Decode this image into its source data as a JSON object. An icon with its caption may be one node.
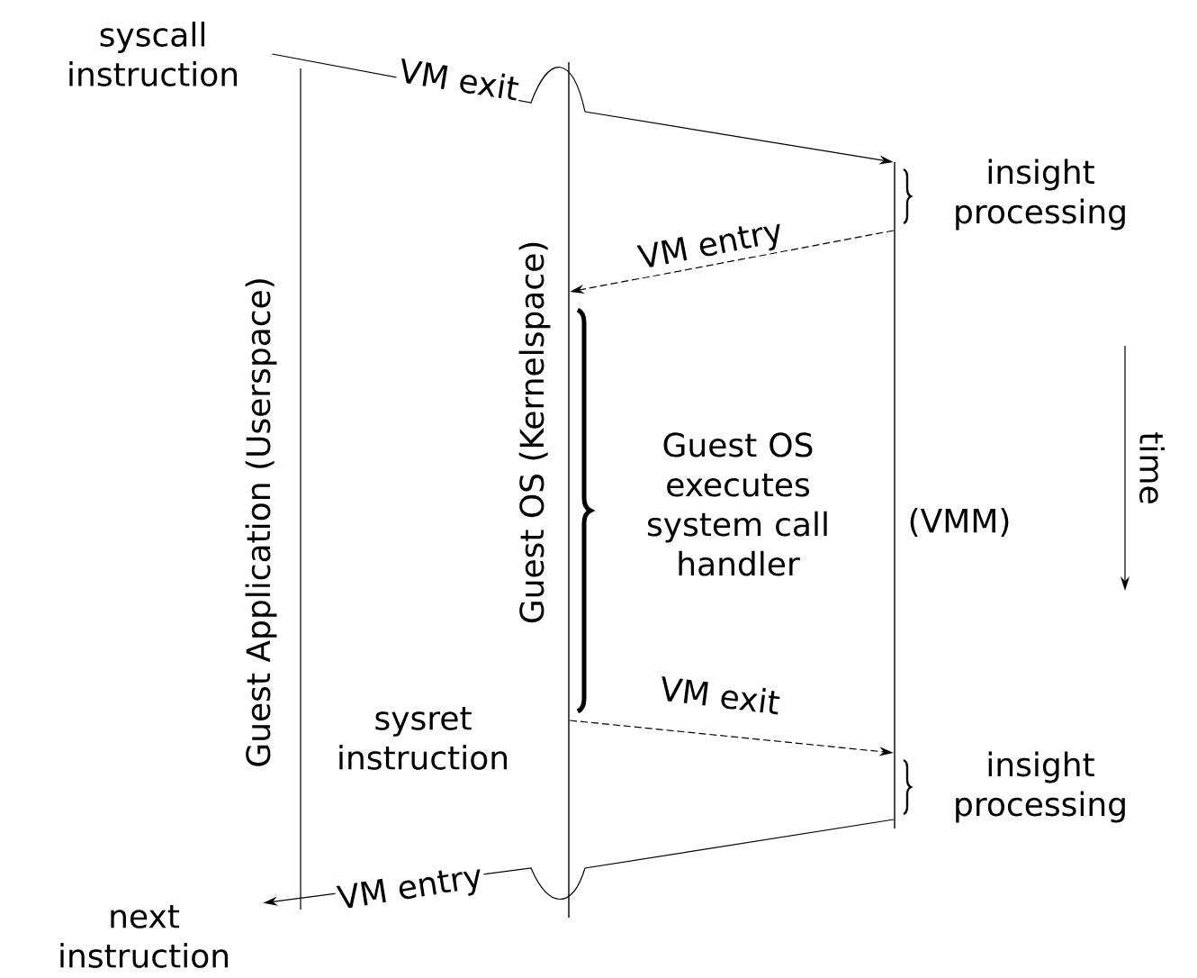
{
  "diagram": {
    "nodes": [
      {
        "text": [
          "syscall instruction"
        ]
      },
      {
        "text": [],
        "shape": "bar",
        "beside": [
          "Guest OS (Kernelspace)"
        ]
      },
      {
        "text": [],
        "shape": "bar",
        "beside": [
          "(VMM)"
        ]
      },
      {
        "text": [
          "next instruction"
        ]
      }
    ],
    "edges": [
      {
        "from": 0,
        "to": 2,
        "arrow": "to",
        "label": "VM exit"
      },
      {
        "from": 2,
        "to": 1,
        "arrow": "to",
        "label": "VM entry",
        "style": "dashed"
      },
      {
        "from": 1,
        "to": 2,
        "arrow": "to",
        "label": "VM exit",
        "style": "dashed"
      },
      {
        "from": 2,
        "to": 3,
        "arrow": "to",
        "label": "VM entry"
      }
    ],
    "labels": [
      "Guest Application (Userspace)",
      "insight processing",
      "Guest OS executes system call handler",
      "time",
      "sysret instruction",
      "insight processing"
    ]
  }
}
